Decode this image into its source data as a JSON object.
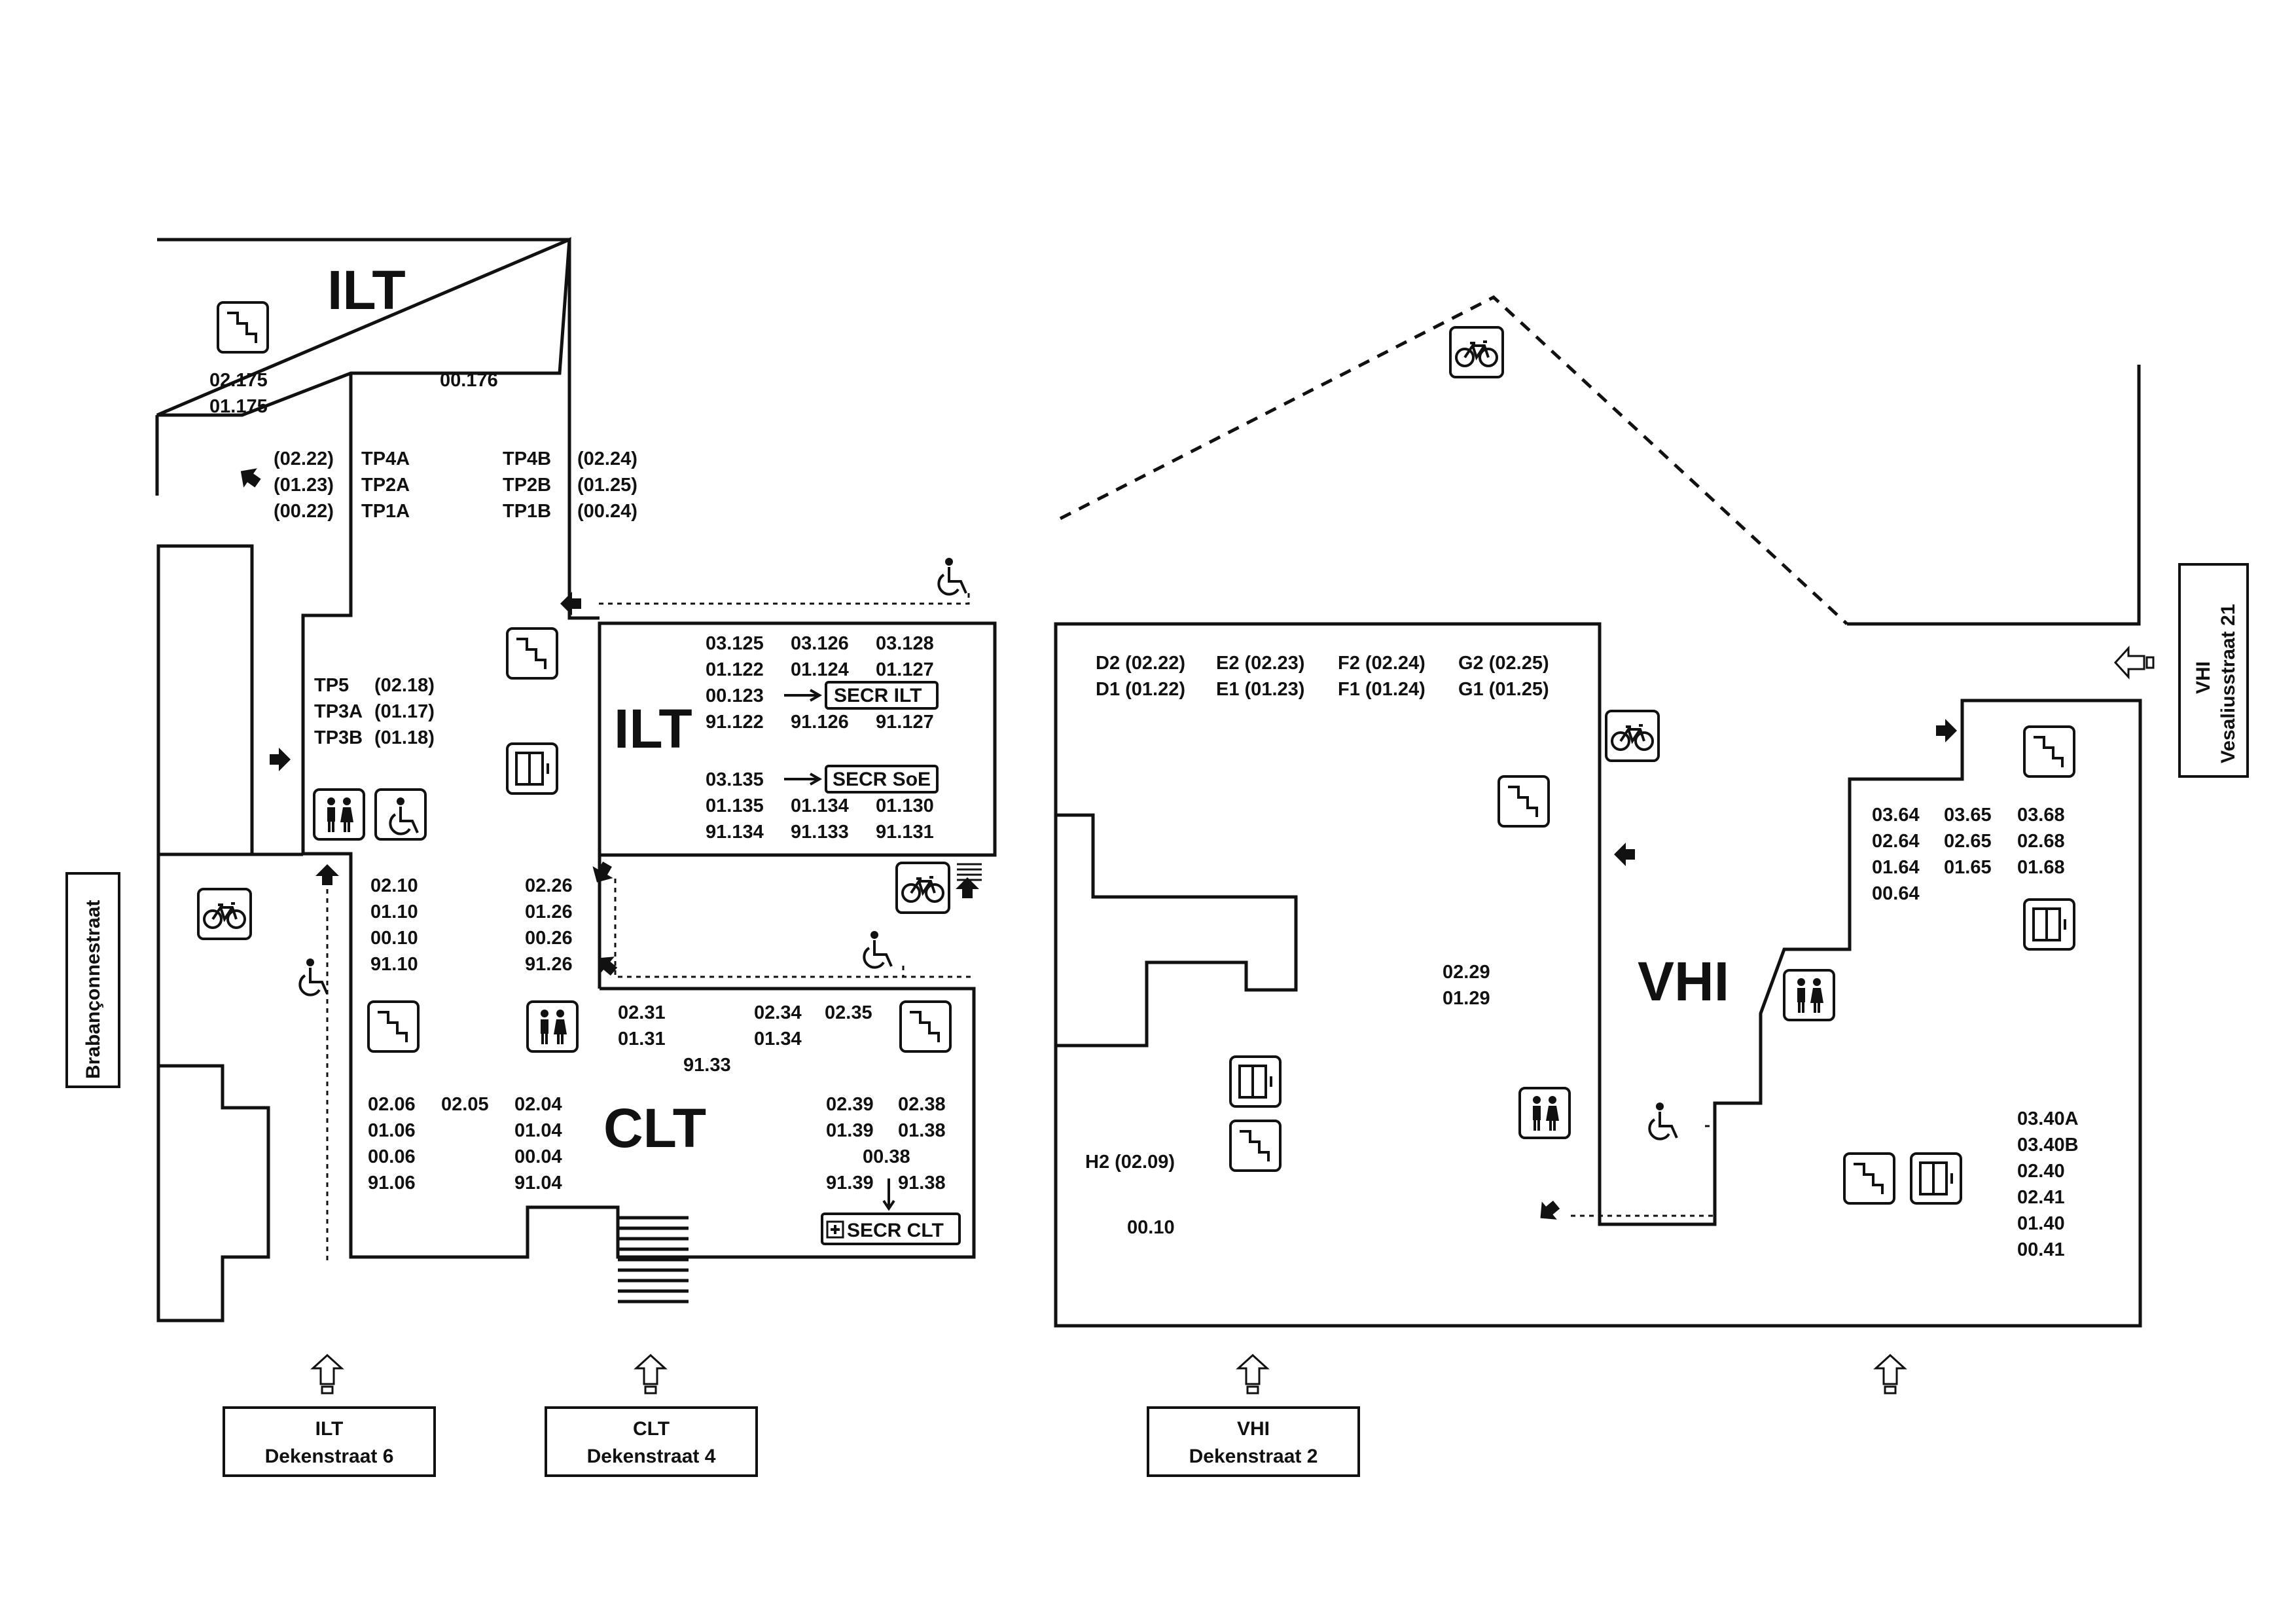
{
  "buildings": {
    "ilt_top": "ILT",
    "ilt_mid": "ILT",
    "clt": "CLT",
    "vhi": "VHI"
  },
  "rooms": {
    "ilt_north": [
      "02.175",
      "01.175",
      "00.176"
    ],
    "tp_left": [
      "(02.22)",
      "(01.23)",
      "(00.22)"
    ],
    "tp_left_codes": [
      "TP4A",
      "TP2A",
      "TP1A"
    ],
    "tp_right_codes": [
      "TP4B",
      "TP2B",
      "TP1B"
    ],
    "tp_right": [
      "(02.24)",
      "(01.25)",
      "(00.24)"
    ],
    "tp_mid": [
      "TP5",
      "TP3A",
      "TP3B"
    ],
    "tp_mid_nums": [
      "(02.18)",
      "(01.17)",
      "(01.18)"
    ],
    "ilt_block_row1": [
      "03.125",
      "03.126",
      "03.128"
    ],
    "ilt_block_row2": [
      "01.122",
      "01.124",
      "01.127"
    ],
    "ilt_block_secr_room": "00.123",
    "ilt_block_row4": [
      "91.122",
      "91.126",
      "91.127"
    ],
    "ilt_block_secr2_room": "03.135",
    "ilt_block_row6": [
      "01.135",
      "01.134",
      "01.130"
    ],
    "ilt_block_row7": [
      "91.134",
      "91.133",
      "91.131"
    ],
    "clt_col1": [
      "02.10",
      "01.10",
      "00.10",
      "91.10"
    ],
    "clt_col2": [
      "02.26",
      "01.26",
      "00.26",
      "91.26"
    ],
    "clt_mid_a": [
      "02.31",
      "01.31"
    ],
    "clt_mid_b": [
      "02.34",
      "01.34"
    ],
    "clt_mid_c": "02.35",
    "clt_mid_d": "91.33",
    "clt_low1": [
      "02.06",
      "01.06",
      "00.06",
      "91.06"
    ],
    "clt_low2": "02.05",
    "clt_low3": [
      "02.04",
      "01.04",
      "00.04",
      "91.04"
    ],
    "clt_low4": [
      "02.39",
      "01.39"
    ],
    "clt_low5": [
      "02.38",
      "01.38"
    ],
    "clt_low6": "00.38",
    "clt_low7": [
      "91.39",
      "91.38"
    ],
    "vhi_top_row1": [
      "D2 (02.22)",
      "E2 (02.23)",
      "F2 (02.24)",
      "G2 (02.25)"
    ],
    "vhi_top_row2": [
      "D1 (01.22)",
      "E1 (01.23)",
      "F1 (01.24)",
      "G1 (01.25)"
    ],
    "vhi_h2": "H2 (02.09)",
    "vhi_0010": "00.10",
    "vhi_mid": [
      "02.29",
      "01.29"
    ],
    "vhi_east_col1": [
      "03.64",
      "02.64",
      "01.64",
      "00.64"
    ],
    "vhi_east_col2": [
      "03.65",
      "02.65",
      "01.65"
    ],
    "vhi_east_col3": [
      "03.68",
      "02.68",
      "01.68"
    ],
    "vhi_south_east": [
      "03.40A",
      "03.40B",
      "02.40",
      "02.41",
      "01.40",
      "00.41"
    ]
  },
  "secretariats": {
    "secr_ilt": "SECR ILT",
    "secr_soe": "SECR SoE",
    "secr_clt": "SECR CLT"
  },
  "streets": {
    "left": "Brabançonnestraat",
    "right_title": "VHI",
    "right_street": "Vesaliusstraat 21"
  },
  "entrances": [
    {
      "title": "ILT",
      "street": "Dekenstraat 6"
    },
    {
      "title": "CLT",
      "street": "Dekenstraat 4"
    },
    {
      "title": "VHI",
      "street": "Dekenstraat 2"
    }
  ],
  "icons": [
    "stairs-icon",
    "elevator-icon",
    "toilet-icon",
    "wheelchair-icon",
    "bicycle-icon",
    "arrow-icon",
    "entrance-arrow-icon",
    "first-aid-icon"
  ]
}
